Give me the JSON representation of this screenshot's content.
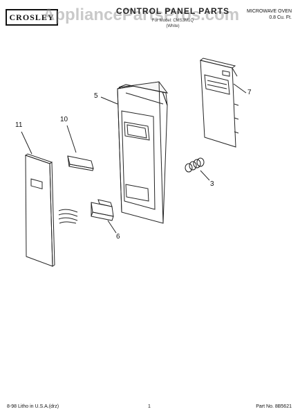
{
  "header": {
    "brand": "CROSLEY",
    "title": "CONTROL PANEL PARTS",
    "subtitle_line1": "For Model: CMS3M1Q",
    "subtitle_line2": "(White)",
    "watermark": "AppliancePartsPros.com",
    "product_line1": "MICROWAVE OVEN",
    "product_line2": "0.8 Cu. Ft."
  },
  "callouts": {
    "c11": "11",
    "c10": "10",
    "c5": "5",
    "c7": "7",
    "c3": "3",
    "c6": "6"
  },
  "footer": {
    "left": "8-98 Litho in U.S.A.(drz)",
    "center": "1",
    "right": "Part No. 8B5621"
  }
}
